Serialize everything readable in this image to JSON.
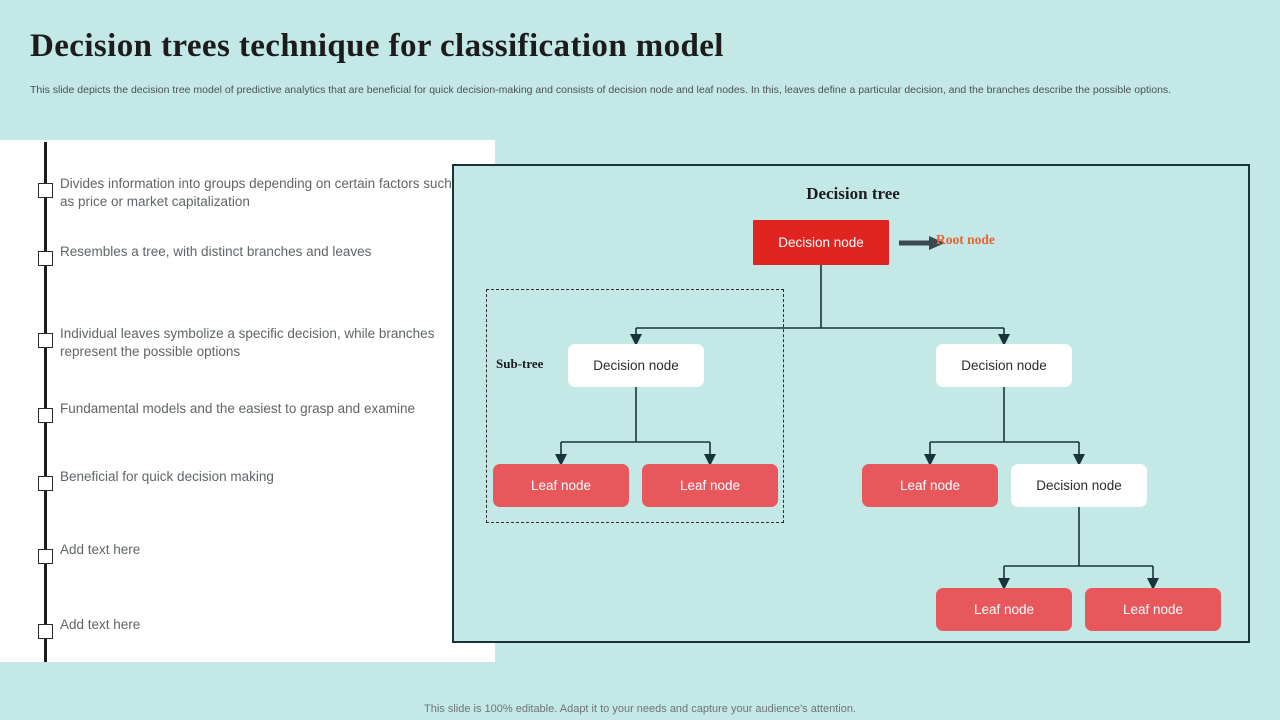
{
  "slide": {
    "title": "Decision trees technique for classification model",
    "subtitle": "This slide depicts the decision tree model of predictive analytics that are beneficial for quick decision-making and consists of decision node and leaf nodes. In this, leaves define a particular decision, and the branches describe the possible options.",
    "footer": "This slide is 100% editable. Adapt it to your needs and capture your audience's attention.",
    "background_color": "#c3e8e6",
    "panel_color": "#ffffff"
  },
  "bullets": [
    {
      "text": "Divides information into groups depending on certain factors such as price or market capitalization"
    },
    {
      "text": "Resembles a tree, with distinct branches and leaves"
    },
    {
      "text": "Individual  leaves symbolize a specific decision, while branches represent the possible options"
    },
    {
      "text": "Fundamental models and the easiest to grasp and examine"
    },
    {
      "text": "Beneficial for quick decision making"
    },
    {
      "text": "Add text here"
    },
    {
      "text": "Add text here"
    }
  ],
  "diagram": {
    "title": "Decision tree",
    "root_callout_label": "Root node",
    "root_callout_color": "#e8632f",
    "subtree_label": "Sub-tree",
    "colors": {
      "root_node": "#e02420",
      "decision_node": "#ffffff",
      "leaf_node": "#e8575c",
      "connector": "#18343a",
      "panel_border": "#18343a"
    },
    "nodes": {
      "root": "Decision node",
      "decision_left": "Decision node",
      "leaf_left_1": "Leaf node",
      "leaf_left_2": "Leaf node",
      "decision_right": "Decision node",
      "leaf_right_1": "Leaf node",
      "decision_right_2": "Decision node",
      "leaf_bottom_1": "Leaf node",
      "leaf_bottom_2": "Leaf node"
    }
  }
}
